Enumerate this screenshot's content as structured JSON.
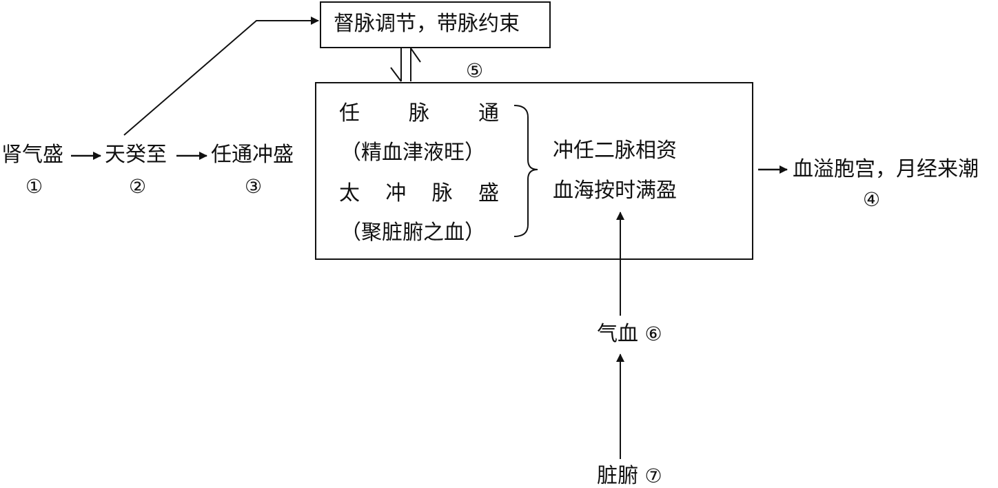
{
  "chain": {
    "n1": {
      "label": "肾气盛",
      "num": "①"
    },
    "n2": {
      "label": "天癸至",
      "num": "②"
    },
    "n3": {
      "label": "任通冲盛",
      "num": "③"
    }
  },
  "top_box": {
    "label": "督脉调节，带脉约束"
  },
  "mid_num": "⑤",
  "main_box": {
    "left": {
      "r1": [
        "任",
        "脉",
        "通"
      ],
      "r2": "（精血津液旺）",
      "r3": [
        "太",
        "冲",
        "脉",
        "盛"
      ],
      "r4": "（聚脏腑之血）"
    },
    "right": {
      "l1": "冲任二脉相资",
      "l2": "血海按时满盈"
    }
  },
  "output": {
    "label": "血溢胞宫，月经来潮",
    "num": "④"
  },
  "qixue": {
    "label": "气血",
    "num": "⑥"
  },
  "zangfu": {
    "label": "脏腑",
    "num": "⑦"
  }
}
